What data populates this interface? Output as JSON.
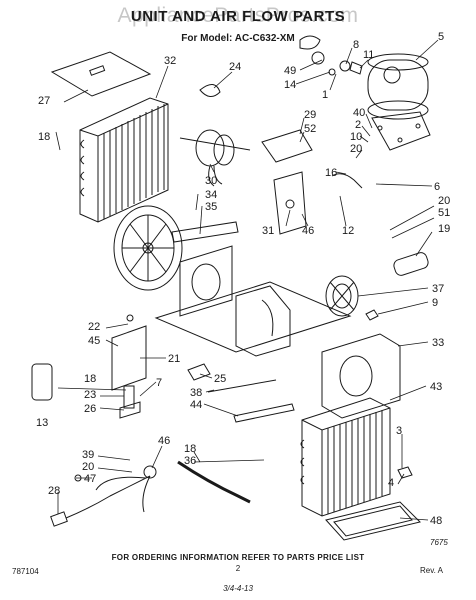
{
  "watermark": "AppliancePartsPros.com",
  "title": "UNIT AND AIR FLOW PARTS",
  "model": "For Model: AC-C632-XM",
  "part_labels": [
    "5",
    "8",
    "11",
    "49",
    "14",
    "1",
    "24",
    "32",
    "27",
    "18",
    "40",
    "2",
    "10",
    "20",
    "16",
    "6",
    "30",
    "29",
    "52",
    "34",
    "35",
    "31",
    "46",
    "12",
    "20",
    "51",
    "19",
    "37",
    "9",
    "22",
    "45",
    "21",
    "7",
    "33",
    "18",
    "23",
    "26",
    "25",
    "38",
    "44",
    "43",
    "13",
    "39",
    "20",
    "47",
    "28",
    "46",
    "18",
    "36",
    "3",
    "4",
    "48"
  ],
  "footer": {
    "ordering": "FOR ORDERING INFORMATION REFER TO PARTS PRICE LIST",
    "page": "2",
    "left_code": "787104",
    "right": "Rev. A",
    "code": "7675",
    "bottom": "3/4-4-13"
  }
}
